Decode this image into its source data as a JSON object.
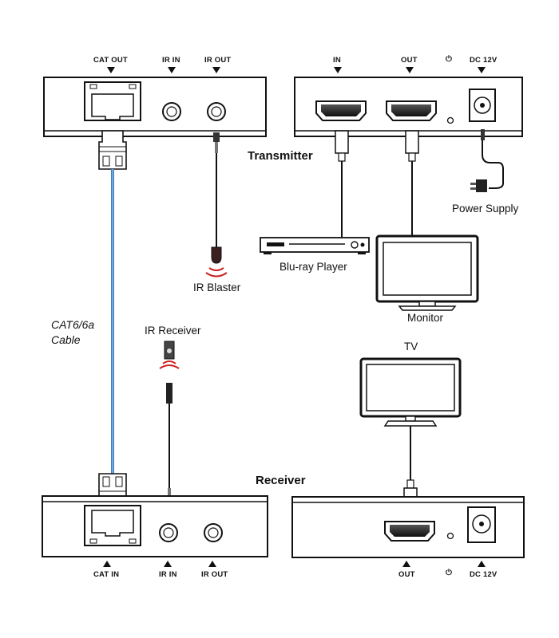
{
  "transmitter_ext": {
    "ports": {
      "cat_out": "CAT OUT",
      "ir_in": "IR IN",
      "ir_out": "IR OUT"
    }
  },
  "transmitter": {
    "title": "Transmitter",
    "ports": {
      "in": "IN",
      "out": "OUT",
      "power": "⏻",
      "dc": "DC 12V"
    }
  },
  "receiver": {
    "title": "Receiver",
    "ports": {
      "cat_in": "CAT IN",
      "ir_in": "IR IN",
      "ir_out": "IR OUT",
      "out": "OUT",
      "power": "⏻",
      "dc": "DC 12V"
    }
  },
  "devices": {
    "power_supply": "Power Supply",
    "bluray": "Blu-ray Player",
    "monitor": "Monitor",
    "ir_blaster": "IR Blaster",
    "ir_receiver": "IR Receiver",
    "tv": "TV"
  },
  "cable": {
    "line1": "CAT6/6a",
    "line2": "Cable",
    "color": "#3a7fc1"
  }
}
